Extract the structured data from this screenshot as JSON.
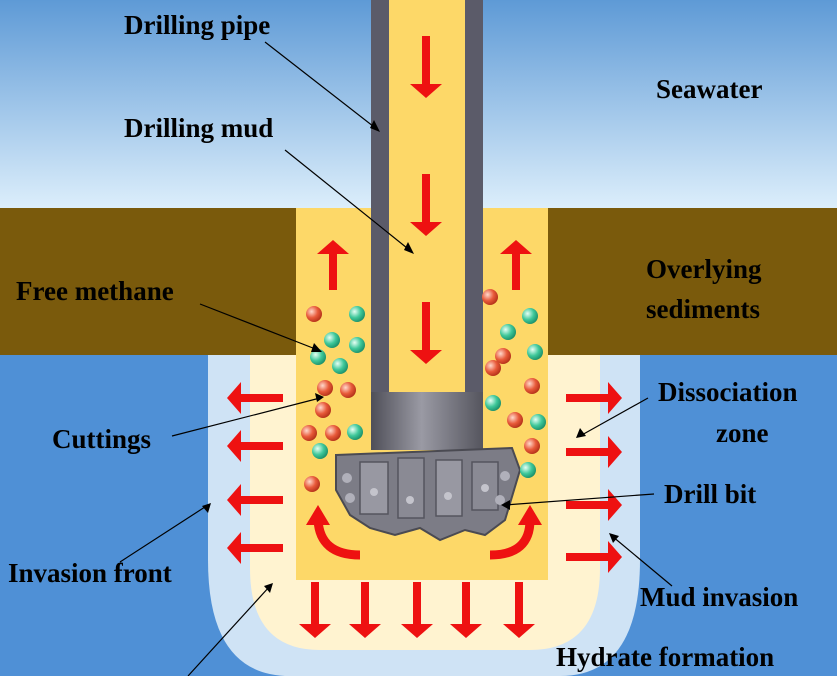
{
  "labels": {
    "drilling_pipe": "Drilling pipe",
    "drilling_mud": "Drilling mud",
    "seawater": "Seawater",
    "overlying_line1": "Overlying",
    "overlying_line2": "sediments",
    "free_methane": "Free methane",
    "dissociation_line1": "Dissociation",
    "dissociation_line2": "zone",
    "cuttings": "Cuttings",
    "drill_bit": "Drill bit",
    "invasion_front": "Invasion front",
    "mud_invasion": "Mud invasion",
    "hydrate_formation": "Hydrate formation"
  },
  "colors": {
    "seawater_top": "#5e9ad6",
    "seawater_bottom": "#dceefb",
    "sediment": "#7a5a0c",
    "hydrate_formation": "#4f90d6",
    "invasion_zone": "#cfe3f5",
    "dissociation_zone": "#fff3d0",
    "drilling_mud": "#fdd868",
    "pipe_wall": "#5b5b69",
    "flow_arrow": "#ee1111",
    "cutting_particle": "#e85a3a",
    "methane_bubble": "#3fc89a",
    "drill_bit": "#7c7c86"
  }
}
